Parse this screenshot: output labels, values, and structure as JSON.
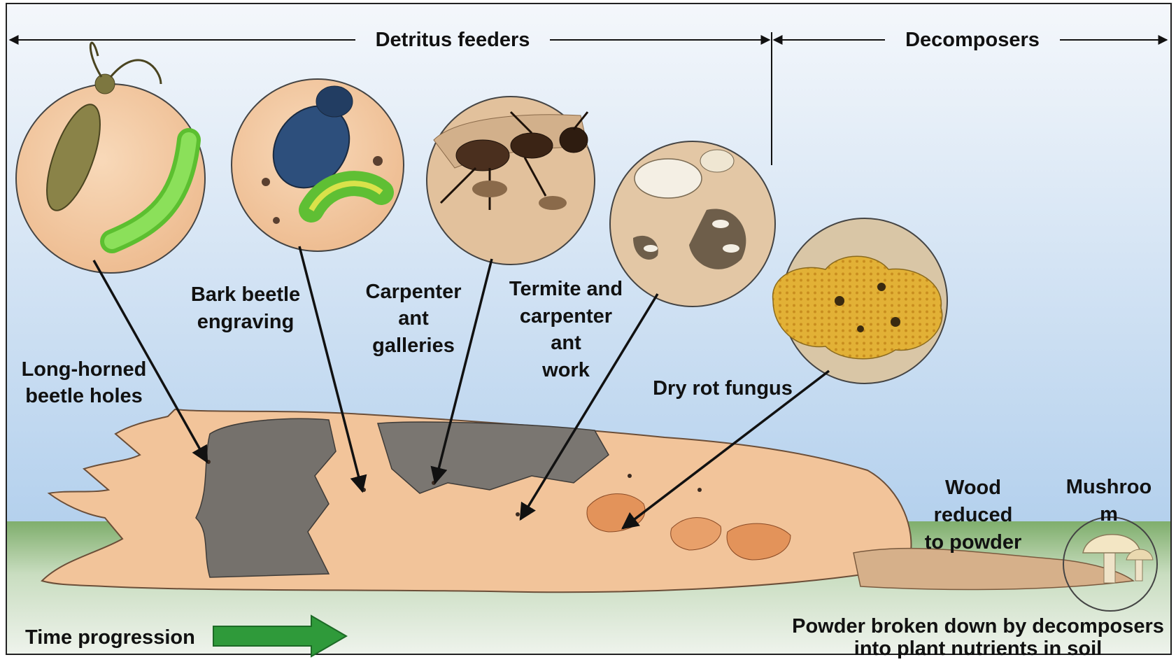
{
  "header": {
    "detritus_label": "Detritus feeders",
    "decomposers_label": "Decomposers"
  },
  "labels": {
    "longhorn_line1": "Long-horned",
    "longhorn_line2": "beetle holes",
    "bark_line1": "Bark beetle",
    "bark_line2": "engraving",
    "carpenter_line1": "Carpenter",
    "carpenter_line2": "ant",
    "carpenter_line3": "galleries",
    "termite_line1": "Termite and",
    "termite_line2": "carpenter",
    "termite_line3": "ant",
    "termite_line4": "work",
    "dryrot": "Dry rot fungus",
    "wood_line1": "Wood",
    "wood_line2": "reduced",
    "wood_line3": "to powder",
    "mushroom_line1": "Mushroo",
    "mushroom_line2": "m",
    "powder_line1": "Powder broken down by decomposers",
    "powder_line2": "into plant nutrients in soil",
    "time": "Time progression"
  },
  "colors": {
    "sky_top": "#f4f7fb",
    "sky_bottom": "#a9c8e8",
    "grass": "#7ea86a",
    "wood_light": "#f2c49a",
    "bark_gray": "#6d6a66",
    "bubble_fill": "#f3c9a3",
    "larva_green": "#7fd24a",
    "fungus_yellow": "#e6b63a",
    "time_arrow": "#2f9a3a"
  }
}
